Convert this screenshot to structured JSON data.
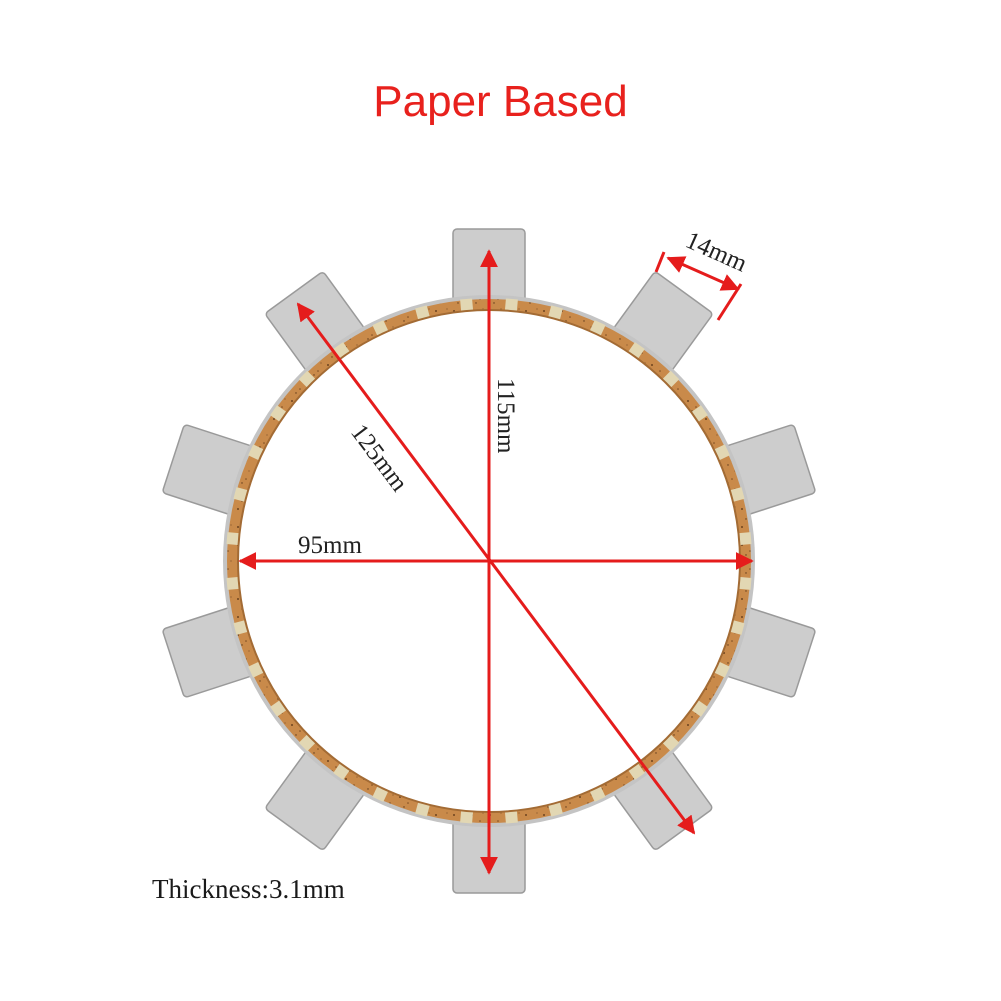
{
  "title": "Paper Based",
  "dimensions": {
    "outer_diameter": "125mm",
    "tab_diameter": "115mm",
    "inner_diameter": "95mm",
    "tab_width": "14mm"
  },
  "thickness": "Thickness:3.1mm",
  "colors": {
    "title": "#e8211d",
    "arrow": "#e51c1c",
    "friction": "#c98a4a",
    "steel": "#c9c9c9"
  }
}
